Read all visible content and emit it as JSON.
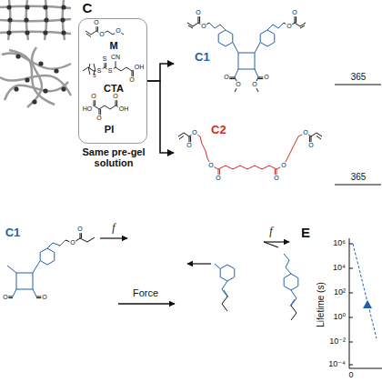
{
  "diagram": {
    "nodes": [
      {
        "text": [
          "Same pre-gel solution"
        ]
      },
      {
        "text": [
          "C1"
        ]
      },
      {
        "text": [
          "C2"
        ]
      }
    ],
    "edges": [
      {
        "from": 0,
        "to": 1,
        "arrow": "to"
      },
      {
        "from": 0,
        "to": 2,
        "arrow": "to"
      }
    ],
    "labels": [
      "C",
      "O",
      "O",
      "O",
      "M",
      "5",
      "S",
      "S",
      "S",
      "CN",
      "O",
      "OH",
      "CTA",
      "HO",
      "O",
      "O",
      "O",
      "OH",
      "PI",
      "O",
      "O",
      "O",
      "O",
      "O",
      "O",
      "O",
      "O",
      "365",
      "O",
      "O",
      "O",
      "O",
      "O",
      "O",
      "O",
      "O",
      "365",
      "C1",
      "f",
      "Force",
      "f",
      "O",
      "O",
      "O",
      "O",
      "E",
      "Lifetime (s)",
      "10⁶",
      "10⁴",
      "10²",
      "10⁰",
      "10⁻²",
      "10⁻⁴",
      "0"
    ]
  }
}
